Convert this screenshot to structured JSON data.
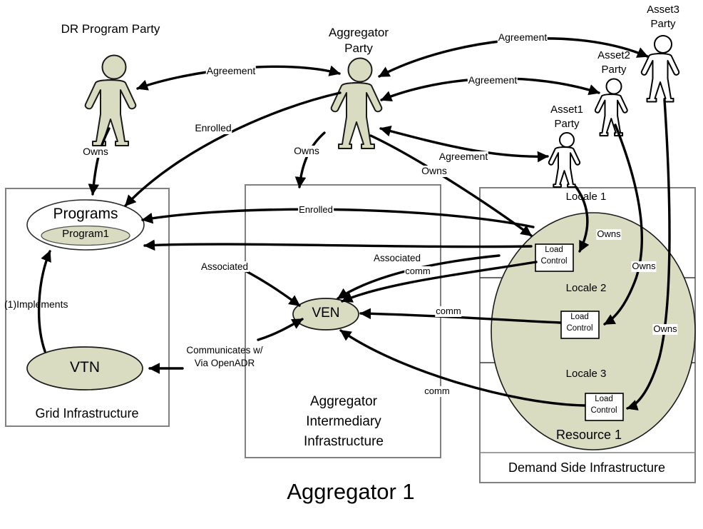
{
  "title": "Aggregator 1",
  "colors": {
    "fill_green": "#d9dcc0",
    "fill_green_alt": "#d8dcc1",
    "outline": "#1a1a1a",
    "box_border": "#808080",
    "white": "#ffffff",
    "text": "#000000"
  },
  "actors": [
    {
      "id": "dr-program-party",
      "label": "DR Program Party",
      "filled": true
    },
    {
      "id": "aggregator-party",
      "label": "Aggregator\nParty",
      "label_l1": "Aggregator",
      "label_l2": "Party",
      "filled": true
    },
    {
      "id": "asset1-party",
      "label_l1": "Asset1",
      "label_l2": "Party",
      "filled": false
    },
    {
      "id": "asset2-party",
      "label_l1": "Asset2",
      "label_l2": "Party",
      "filled": false
    },
    {
      "id": "asset3-party",
      "label_l1": "Asset3",
      "label_l2": "Party",
      "filled": false
    }
  ],
  "containers": [
    {
      "id": "grid-infrastructure",
      "label": "Grid Infrastructure"
    },
    {
      "id": "aggregator-intermediary-infrastructure",
      "label_l1": "Aggregator",
      "label_l2": "Intermediary",
      "label_l3": "Infrastructure"
    },
    {
      "id": "demand-side-infrastructure",
      "label": "Demand Side Infrastructure"
    }
  ],
  "nodes": {
    "programs": "Programs",
    "program1": "Program1",
    "vtn": "VTN",
    "ven": "VEN",
    "resource1": "Resource 1",
    "locale1": "Locale 1",
    "locale2": "Locale 2",
    "locale3": "Locale 3",
    "load_control_1_l1": "Load",
    "load_control_1_l2": "Control",
    "load_control_2_l1": "Load",
    "load_control_2_l2": "Control",
    "load_control_3_l1": "Load",
    "load_control_3_l2": "Control"
  },
  "edge_labels": {
    "agreement_dr_aggregator": "Agreement",
    "agreement_asset3": "Agreement",
    "agreement_asset2": "Agreement",
    "agreement_asset1": "Agreement",
    "enrolled_top": "Enrolled",
    "enrolled_mid": "Enrolled",
    "owns_dr": "Owns",
    "owns_aggregator": "Owns",
    "owns_asset1": "Owns",
    "owns_lc1": "Owns",
    "owns_lc2": "Owns",
    "owns_lc3": "Owns",
    "associated_left": "Associated",
    "associated_right": "Associated",
    "comm_1": "comm",
    "comm_2": "comm",
    "comm_3": "comm",
    "implements": "(1)Implements",
    "communicates_l1": "Communicates w/",
    "communicates_l2": "Via OpenADR"
  }
}
